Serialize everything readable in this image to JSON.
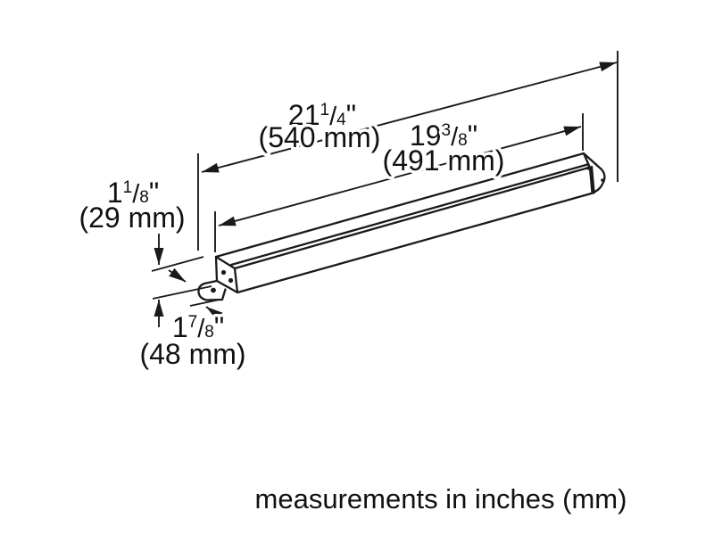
{
  "caption": "measurements in inches (mm)",
  "symbols": {
    "slash": "/",
    "inch_mark": "\""
  },
  "dimensions": {
    "overall_length": {
      "whole": "21",
      "numerator": "1",
      "denominator": "4",
      "metric": "(540 mm)"
    },
    "inner_length": {
      "whole": "19",
      "numerator": "3",
      "denominator": "8",
      "metric": "(491 mm)"
    },
    "height": {
      "whole": "1",
      "numerator": "1",
      "denominator": "8",
      "metric": "(29 mm)"
    },
    "depth": {
      "whole": "1",
      "numerator": "7",
      "denominator": "8",
      "metric": "(48 mm)"
    }
  },
  "colors": {
    "line": "#1a1a1a",
    "background": "#ffffff",
    "text": "#111111"
  }
}
